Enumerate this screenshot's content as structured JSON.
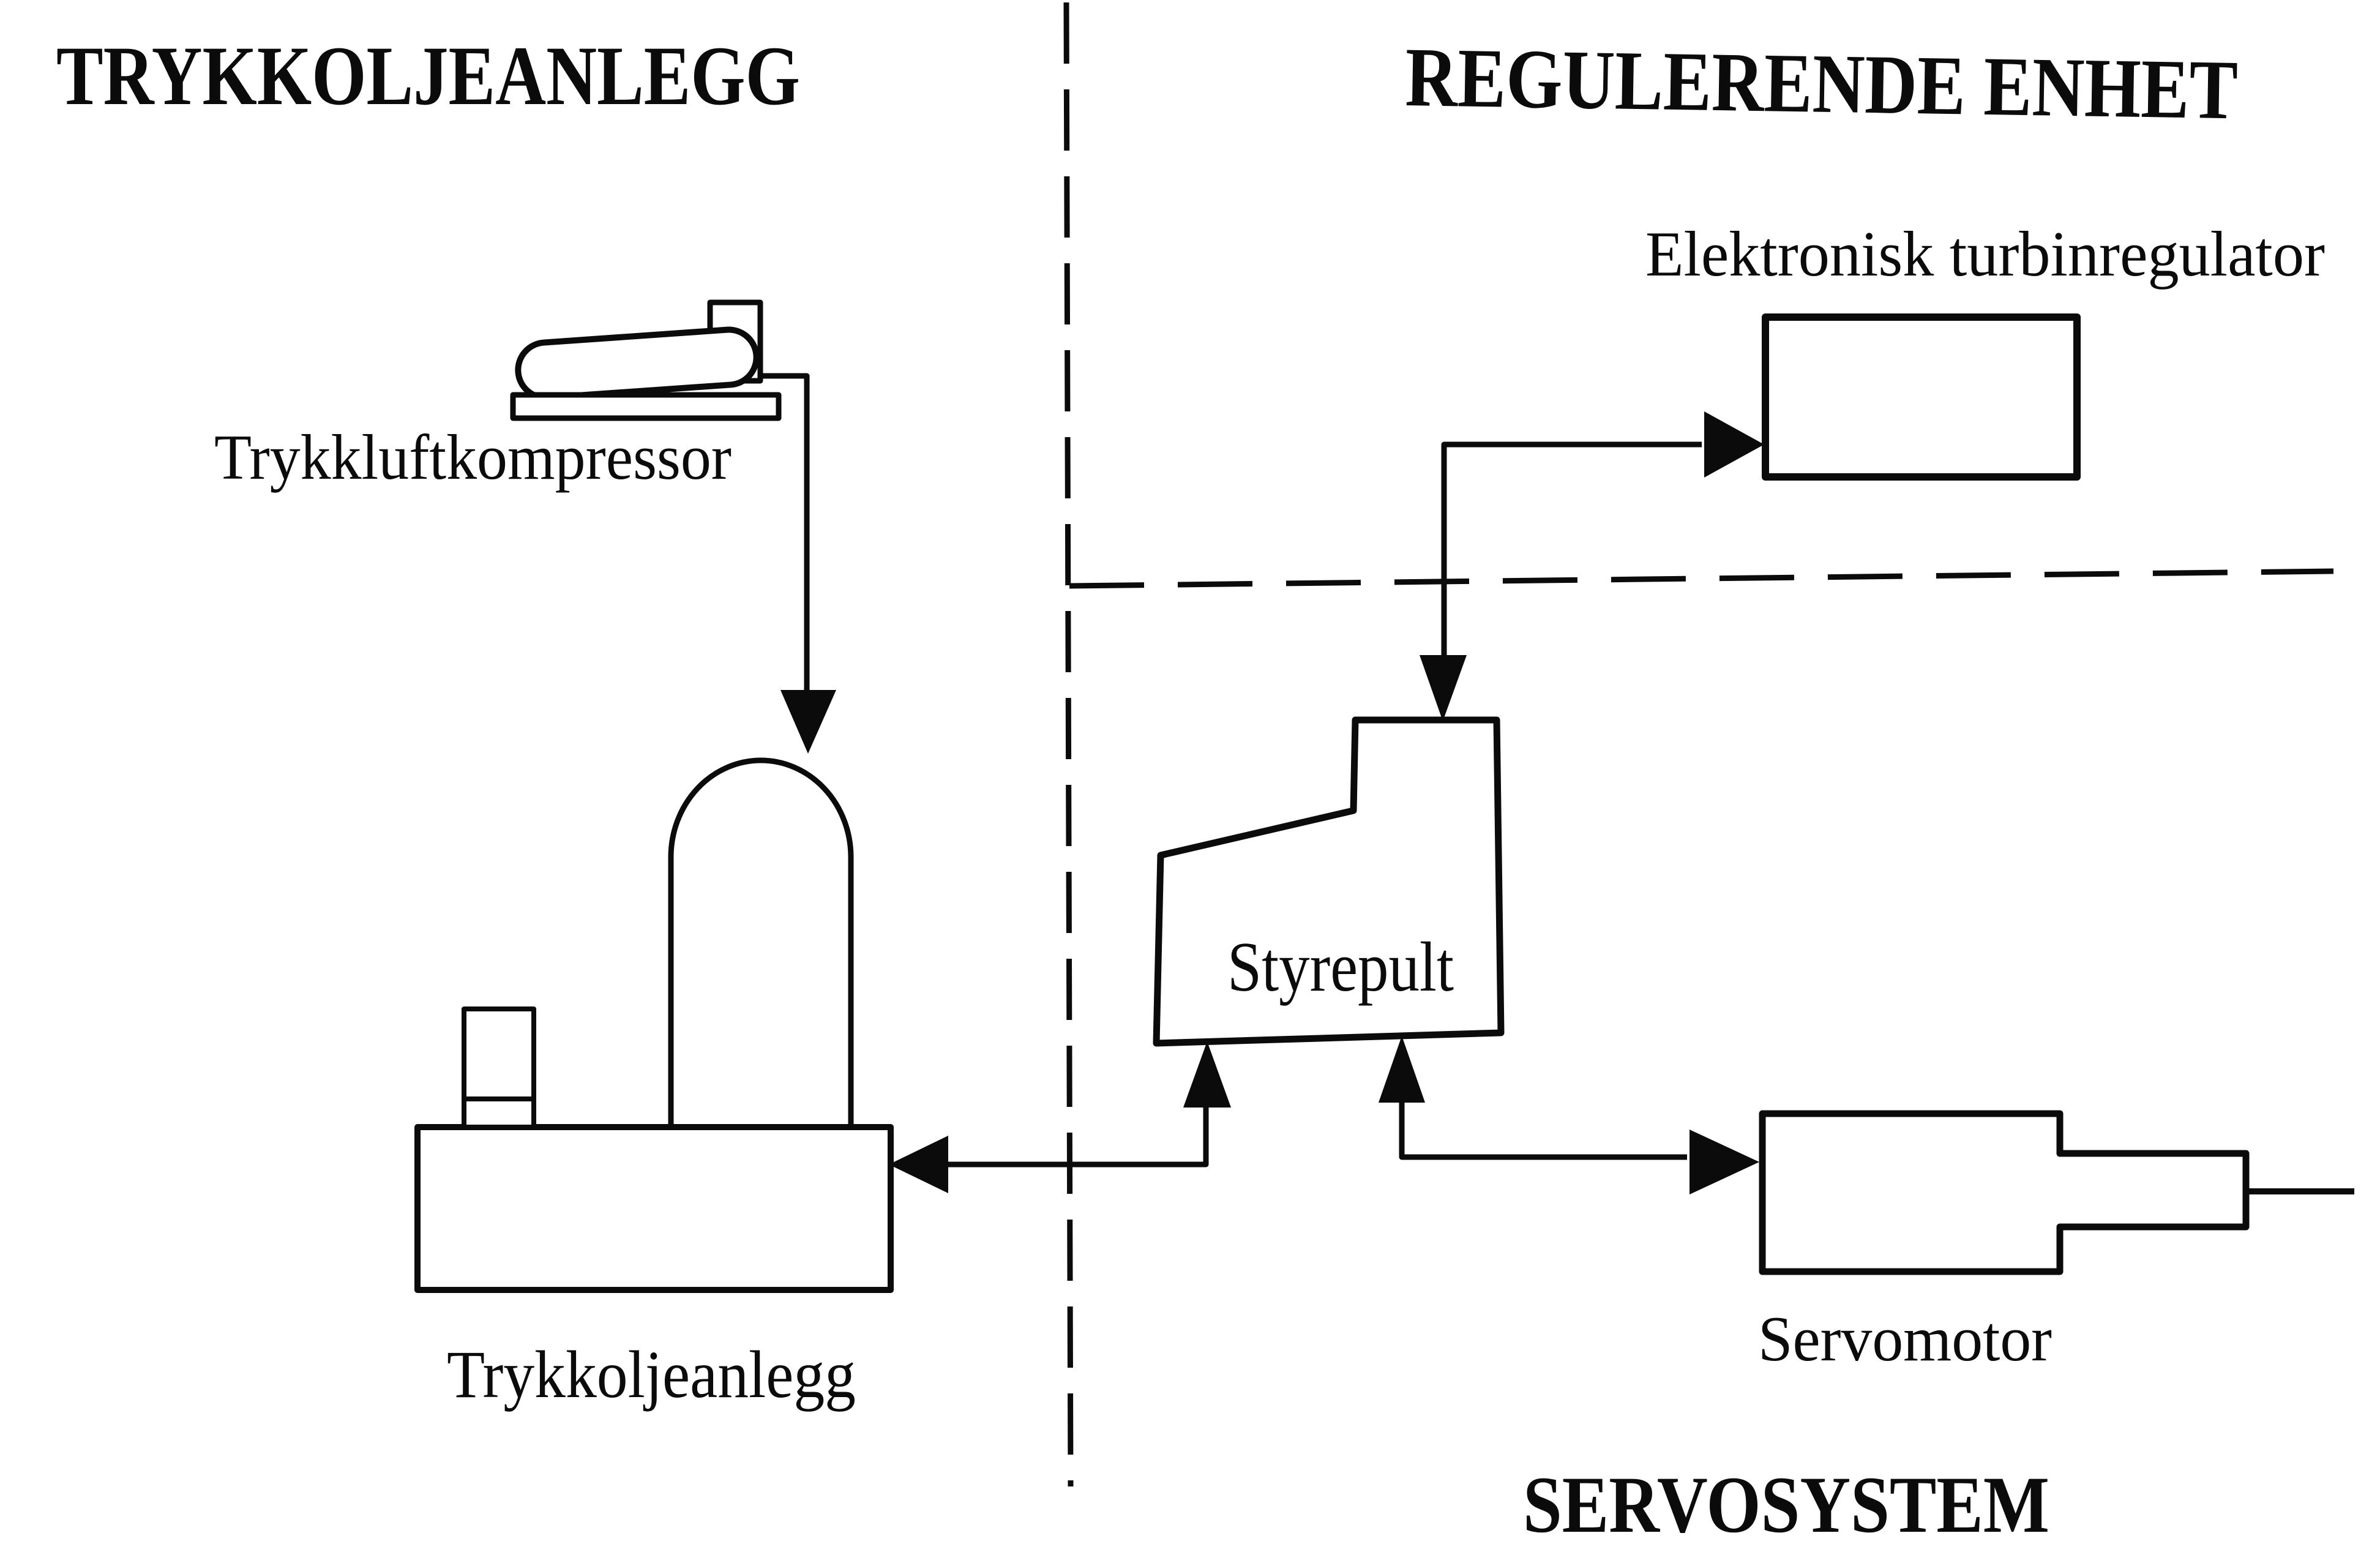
{
  "page": {
    "paper_color": "#ffffff",
    "ink_color": "#0b0b0b"
  },
  "headings": {
    "top_left": "TRYKKOLJEANLEGG",
    "top_right": "REGULERENDE ENHET",
    "bottom_right": "SERVOSYSTEM"
  },
  "labels": {
    "compressor": "Trykkluftkompressor",
    "oil_pressure_unit": "Trykkoljeanlegg",
    "turbine_regulator": "Elektronisk turbinregulator",
    "control_console": "Styrepult",
    "servomotor": "Servomotor"
  }
}
